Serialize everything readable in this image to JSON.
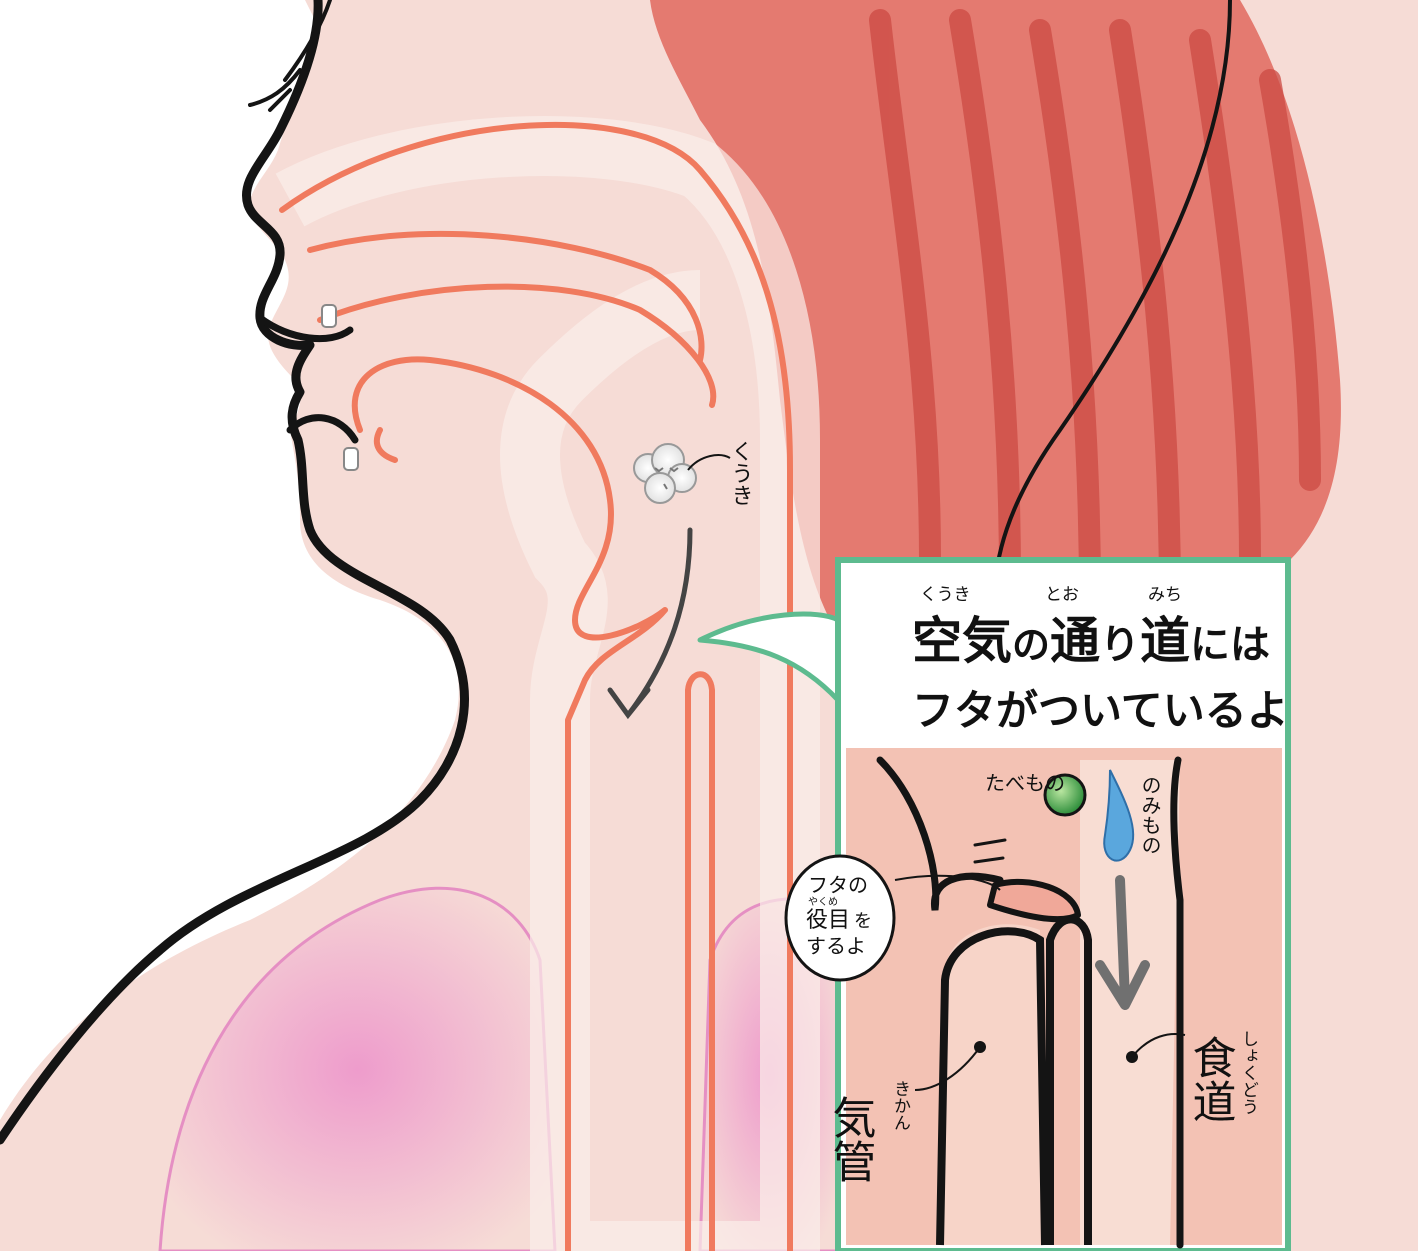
{
  "colors": {
    "skin": "#f6dcd6",
    "skin_shadow": "#f1c9c2",
    "airway_line": "#f07a5e",
    "muscle": "#d9594f",
    "muscle_light": "#ec8b80",
    "lung": "#ee9ccc",
    "outline": "#141414",
    "panel_border": "#5dbb8f",
    "inset_bg": "#f3c2b4",
    "arrow_gray": "#707070",
    "food_green": "#3fa34d",
    "drink_blue": "#5aa7dd"
  },
  "air_label": "くうき",
  "callout": {
    "line1": {
      "parts": [
        {
          "text": "空",
          "ruby": ""
        },
        {
          "text": "気",
          "ruby": ""
        },
        {
          "text": "の",
          "ruby": ""
        },
        {
          "text": "通",
          "ruby": ""
        },
        {
          "text": "り",
          "ruby": ""
        },
        {
          "text": "道",
          "ruby": ""
        },
        {
          "text": "には",
          "ruby": ""
        }
      ],
      "ruby_groups": [
        {
          "chars": "空気",
          "ruby": "くうき"
        },
        {
          "chars": "通",
          "ruby": "とお"
        },
        {
          "chars": "道",
          "ruby": "みち"
        }
      ]
    },
    "line2": "フタがついているよ"
  },
  "inset": {
    "food_label": "たべもの",
    "drink_label": "のみもの",
    "lid_note": {
      "line1": "フタの",
      "line2_kanji": "役目",
      "line2_ruby": "やくめ",
      "line2_kana": "を",
      "line3": "するよ"
    },
    "trachea": {
      "kanji": "気管",
      "ruby": "きかん"
    },
    "esophagus": {
      "kanji": "食道",
      "ruby": "しょくどう"
    }
  }
}
